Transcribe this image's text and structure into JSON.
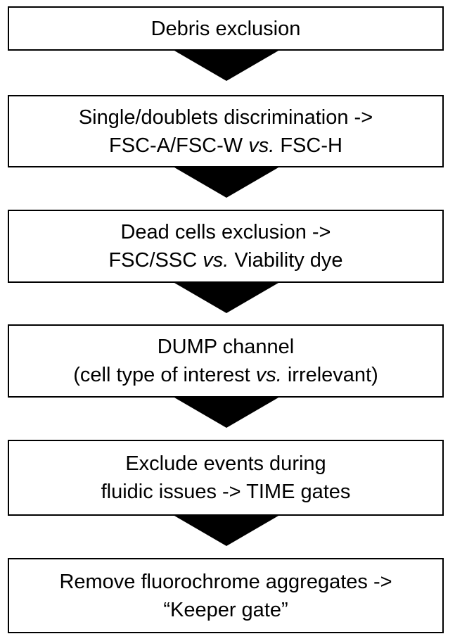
{
  "steps": [
    {
      "line1": "Debris exclusion"
    },
    {
      "line1": "Single/doublets discrimination ->",
      "line2_pre": "FSC-A/FSC-W ",
      "line2_em": "vs.",
      "line2_post": " FSC-H"
    },
    {
      "line1": "Dead cells exclusion ->",
      "line2_pre": "FSC/SSC ",
      "line2_em": "vs.",
      "line2_post": " Viability dye"
    },
    {
      "line1": "DUMP channel",
      "line2_pre": "(cell type of interest ",
      "line2_em": "vs.",
      "line2_post": " irrelevant)"
    },
    {
      "line1": "Exclude events during",
      "line2": "fluidic issues -> TIME gates"
    },
    {
      "line1": "Remove fluorochrome aggregates ->",
      "line2": "“Keeper gate”"
    }
  ],
  "colors": {
    "border": "#000000",
    "arrow": "#000000",
    "background": "#ffffff"
  }
}
